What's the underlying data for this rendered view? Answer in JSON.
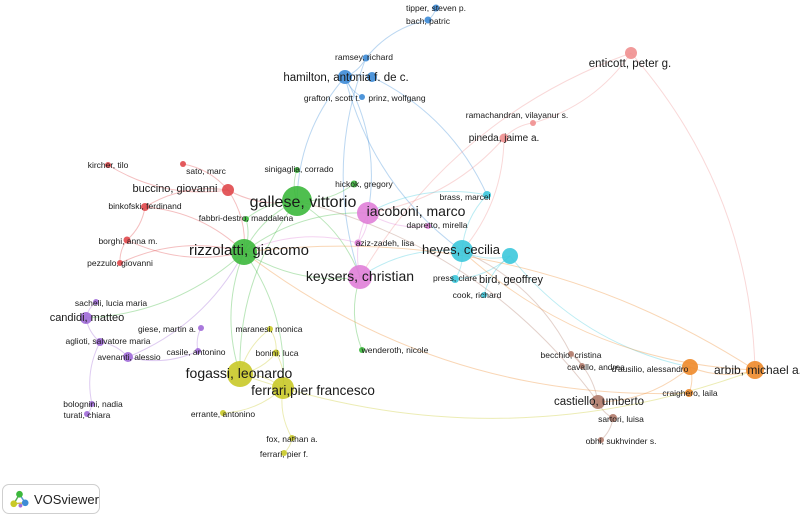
{
  "app": {
    "name": "VOSviewer"
  },
  "clusters": {
    "red": "#e0484b",
    "green": "#3cb83c",
    "blue": "#3d8bd6",
    "yellow": "#c9c928",
    "purple": "#a06ad8",
    "cyan": "#3cc8dc",
    "orange": "#ee8a2a",
    "magenta": "#e080d8",
    "salmon": "#ef8f8f",
    "brown": "#b07a6a",
    "lightred": "#e7a0a0"
  },
  "nodes": [
    {
      "id": "tipper",
      "label": "tipper, steven p.",
      "cluster": "blue"
    },
    {
      "id": "bach",
      "label": "bach, patric",
      "cluster": "blue"
    },
    {
      "id": "ramsey",
      "label": "ramsey, richard",
      "cluster": "blue"
    },
    {
      "id": "hamilton",
      "label": "hamilton, antonia f. de c.",
      "cluster": "blue"
    },
    {
      "id": "grafton",
      "label": "grafton, scott t.",
      "cluster": "blue"
    },
    {
      "id": "prinz",
      "label": "prinz, wolfgang",
      "cluster": "blue"
    },
    {
      "id": "enticott",
      "label": "enticott, peter g.",
      "cluster": "salmon"
    },
    {
      "id": "ramachandran",
      "label": "ramachandran, vilayanur s.",
      "cluster": "salmon"
    },
    {
      "id": "pineda",
      "label": "pineda, jaime a.",
      "cluster": "salmon"
    },
    {
      "id": "kircher",
      "label": "kircher, tilo",
      "cluster": "red"
    },
    {
      "id": "sato",
      "label": "sato, marc",
      "cluster": "red"
    },
    {
      "id": "buccino",
      "label": "buccino, giovanni",
      "cluster": "red"
    },
    {
      "id": "binkofski",
      "label": "binkofski, ferdinand",
      "cluster": "red"
    },
    {
      "id": "borghi",
      "label": "borghi, anna m.",
      "cluster": "red"
    },
    {
      "id": "pezzulo",
      "label": "pezzulo, giovanni",
      "cluster": "red"
    },
    {
      "id": "sinigaglia",
      "label": "sinigaglia, corrado",
      "cluster": "green"
    },
    {
      "id": "hickok",
      "label": "hickok, gregory",
      "cluster": "green"
    },
    {
      "id": "gallese",
      "label": "gallese, vittorio",
      "cluster": "green"
    },
    {
      "id": "fabbri",
      "label": "fabbri-destro, maddalena",
      "cluster": "green"
    },
    {
      "id": "rizzolatti",
      "label": "rizzolatti, giacomo",
      "cluster": "green"
    },
    {
      "id": "iacoboni",
      "label": "iacoboni, marco",
      "cluster": "magenta"
    },
    {
      "id": "dapretto",
      "label": "dapretto, mirella",
      "cluster": "magenta"
    },
    {
      "id": "aziz",
      "label": "aziz-zadeh, lisa",
      "cluster": "magenta"
    },
    {
      "id": "keysers",
      "label": "keysers, christian",
      "cluster": "magenta"
    },
    {
      "id": "brass",
      "label": "brass, marcel",
      "cluster": "cyan"
    },
    {
      "id": "heyes",
      "label": "heyes, cecilia",
      "cluster": "cyan"
    },
    {
      "id": "press",
      "label": "press, clare",
      "cluster": "cyan"
    },
    {
      "id": "bird",
      "label": "bird, geoffrey",
      "cluster": "cyan"
    },
    {
      "id": "cook",
      "label": "cook, richard",
      "cluster": "cyan"
    },
    {
      "id": "sacheli",
      "label": "sacheli, lucia maria",
      "cluster": "purple"
    },
    {
      "id": "candidi",
      "label": "candidi, matteo",
      "cluster": "purple"
    },
    {
      "id": "aglioti",
      "label": "aglioti, salvatore maria",
      "cluster": "purple"
    },
    {
      "id": "avenanti",
      "label": "avenanti, alessio",
      "cluster": "purple"
    },
    {
      "id": "giese",
      "label": "giese, martin a.",
      "cluster": "purple"
    },
    {
      "id": "casile",
      "label": "casile, antonino",
      "cluster": "purple"
    },
    {
      "id": "bolognini",
      "label": "bolognini, nadia",
      "cluster": "purple"
    },
    {
      "id": "turati",
      "label": "turati, chiara",
      "cluster": "purple"
    },
    {
      "id": "maranesi",
      "label": "maranesi, monica",
      "cluster": "yellow"
    },
    {
      "id": "bonini",
      "label": "bonini, luca",
      "cluster": "yellow"
    },
    {
      "id": "fogassi",
      "label": "fogassi, leonardo",
      "cluster": "yellow"
    },
    {
      "id": "ferrari_pf",
      "label": "ferrari,pier francesco",
      "cluster": "yellow"
    },
    {
      "id": "errante",
      "label": "errante, antonino",
      "cluster": "yellow"
    },
    {
      "id": "fox",
      "label": "fox, nathan a.",
      "cluster": "yellow"
    },
    {
      "id": "ferrari_p",
      "label": "ferrari, pier f.",
      "cluster": "yellow"
    },
    {
      "id": "wenderoth",
      "label": "wenderoth, nicole",
      "cluster": "green"
    },
    {
      "id": "becchio",
      "label": "becchio, cristina",
      "cluster": "brown"
    },
    {
      "id": "cavallo",
      "label": "cavallo, andrea",
      "cluster": "brown"
    },
    {
      "id": "dausilio",
      "label": "d'ausilio, alessandro",
      "cluster": "orange"
    },
    {
      "id": "arbib",
      "label": "arbib, michael a.",
      "cluster": "orange"
    },
    {
      "id": "craighero",
      "label": "craighero, laila",
      "cluster": "orange"
    },
    {
      "id": "castiello",
      "label": "castiello, umberto",
      "cluster": "brown"
    },
    {
      "id": "sartori",
      "label": "sartori, luisa",
      "cluster": "brown"
    },
    {
      "id": "obhi",
      "label": "obhi, sukhvinder s.",
      "cluster": "brown"
    }
  ],
  "links": [
    [
      "tipper",
      "bach"
    ],
    [
      "bach",
      "ramsey"
    ],
    [
      "ramsey",
      "hamilton"
    ],
    [
      "hamilton",
      "grafton"
    ],
    [
      "hamilton",
      "prinz"
    ],
    [
      "hamilton",
      "gallese"
    ],
    [
      "hamilton",
      "iacoboni"
    ],
    [
      "hamilton",
      "heyes"
    ],
    [
      "prinz",
      "brass"
    ],
    [
      "ramsey",
      "keysers"
    ],
    [
      "enticott",
      "ramachandran"
    ],
    [
      "ramachandran",
      "pineda"
    ],
    [
      "pineda",
      "iacoboni"
    ],
    [
      "enticott",
      "keysers"
    ],
    [
      "pineda",
      "heyes"
    ],
    [
      "kircher",
      "buccino"
    ],
    [
      "sato",
      "buccino"
    ],
    [
      "buccino",
      "binkofski"
    ],
    [
      "binkofski",
      "borghi"
    ],
    [
      "borghi",
      "pezzulo"
    ],
    [
      "buccino",
      "rizzolatti"
    ],
    [
      "buccino",
      "gallese"
    ],
    [
      "binkofski",
      "rizzolatti"
    ],
    [
      "borghi",
      "rizzolatti"
    ],
    [
      "pezzulo",
      "rizzolatti"
    ],
    [
      "sinigaglia",
      "gallese"
    ],
    [
      "hickok",
      "gallese"
    ],
    [
      "gallese",
      "rizzolatti"
    ],
    [
      "fabbri",
      "rizzolatti"
    ],
    [
      "gallese",
      "fabbri"
    ],
    [
      "gallese",
      "keysers"
    ],
    [
      "rizzolatti",
      "keysers"
    ],
    [
      "rizzolatti",
      "iacoboni"
    ],
    [
      "iacoboni",
      "dapretto"
    ],
    [
      "iacoboni",
      "aziz"
    ],
    [
      "aziz",
      "rizzolatti"
    ],
    [
      "keysers",
      "iacoboni"
    ],
    [
      "rizzolatti",
      "fogassi"
    ],
    [
      "rizzolatti",
      "ferrari_pf"
    ],
    [
      "gallese",
      "fogassi"
    ],
    [
      "fogassi",
      "ferrari_pf"
    ],
    [
      "fogassi",
      "bonini"
    ],
    [
      "fogassi",
      "maranesi"
    ],
    [
      "ferrari_pf",
      "bonini"
    ],
    [
      "ferrari_pf",
      "errante"
    ],
    [
      "ferrari_pf",
      "fox"
    ],
    [
      "fox",
      "ferrari_p"
    ],
    [
      "bonini",
      "maranesi"
    ],
    [
      "rizzolatti",
      "candidi"
    ],
    [
      "candidi",
      "aglioti"
    ],
    [
      "aglioti",
      "avenanti"
    ],
    [
      "avenanti",
      "rizzolatti"
    ],
    [
      "candidi",
      "sacheli"
    ],
    [
      "aglioti",
      "bolognini"
    ],
    [
      "bolognini",
      "turati"
    ],
    [
      "avenanti",
      "casile"
    ],
    [
      "casile",
      "giese"
    ],
    [
      "heyes",
      "bird"
    ],
    [
      "heyes",
      "press"
    ],
    [
      "bird",
      "cook"
    ],
    [
      "heyes",
      "brass"
    ],
    [
      "heyes",
      "keysers"
    ],
    [
      "bird",
      "press"
    ],
    [
      "brass",
      "iacoboni"
    ],
    [
      "wenderoth",
      "keysers"
    ],
    [
      "dausilio",
      "arbib"
    ],
    [
      "dausilio",
      "craighero"
    ],
    [
      "arbib",
      "rizzolatti"
    ],
    [
      "craighero",
      "rizzolatti"
    ],
    [
      "castiello",
      "becchio"
    ],
    [
      "becchio",
      "cavallo"
    ],
    [
      "castiello",
      "sartori"
    ],
    [
      "sartori",
      "obhi"
    ],
    [
      "castiello",
      "gallese"
    ],
    [
      "dausilio",
      "castiello"
    ],
    [
      "bird",
      "dausilio"
    ],
    [
      "arbib",
      "heyes"
    ],
    [
      "becchio",
      "heyes"
    ],
    [
      "enticott",
      "arbib"
    ],
    [
      "fogassi",
      "arbib"
    ]
  ]
}
